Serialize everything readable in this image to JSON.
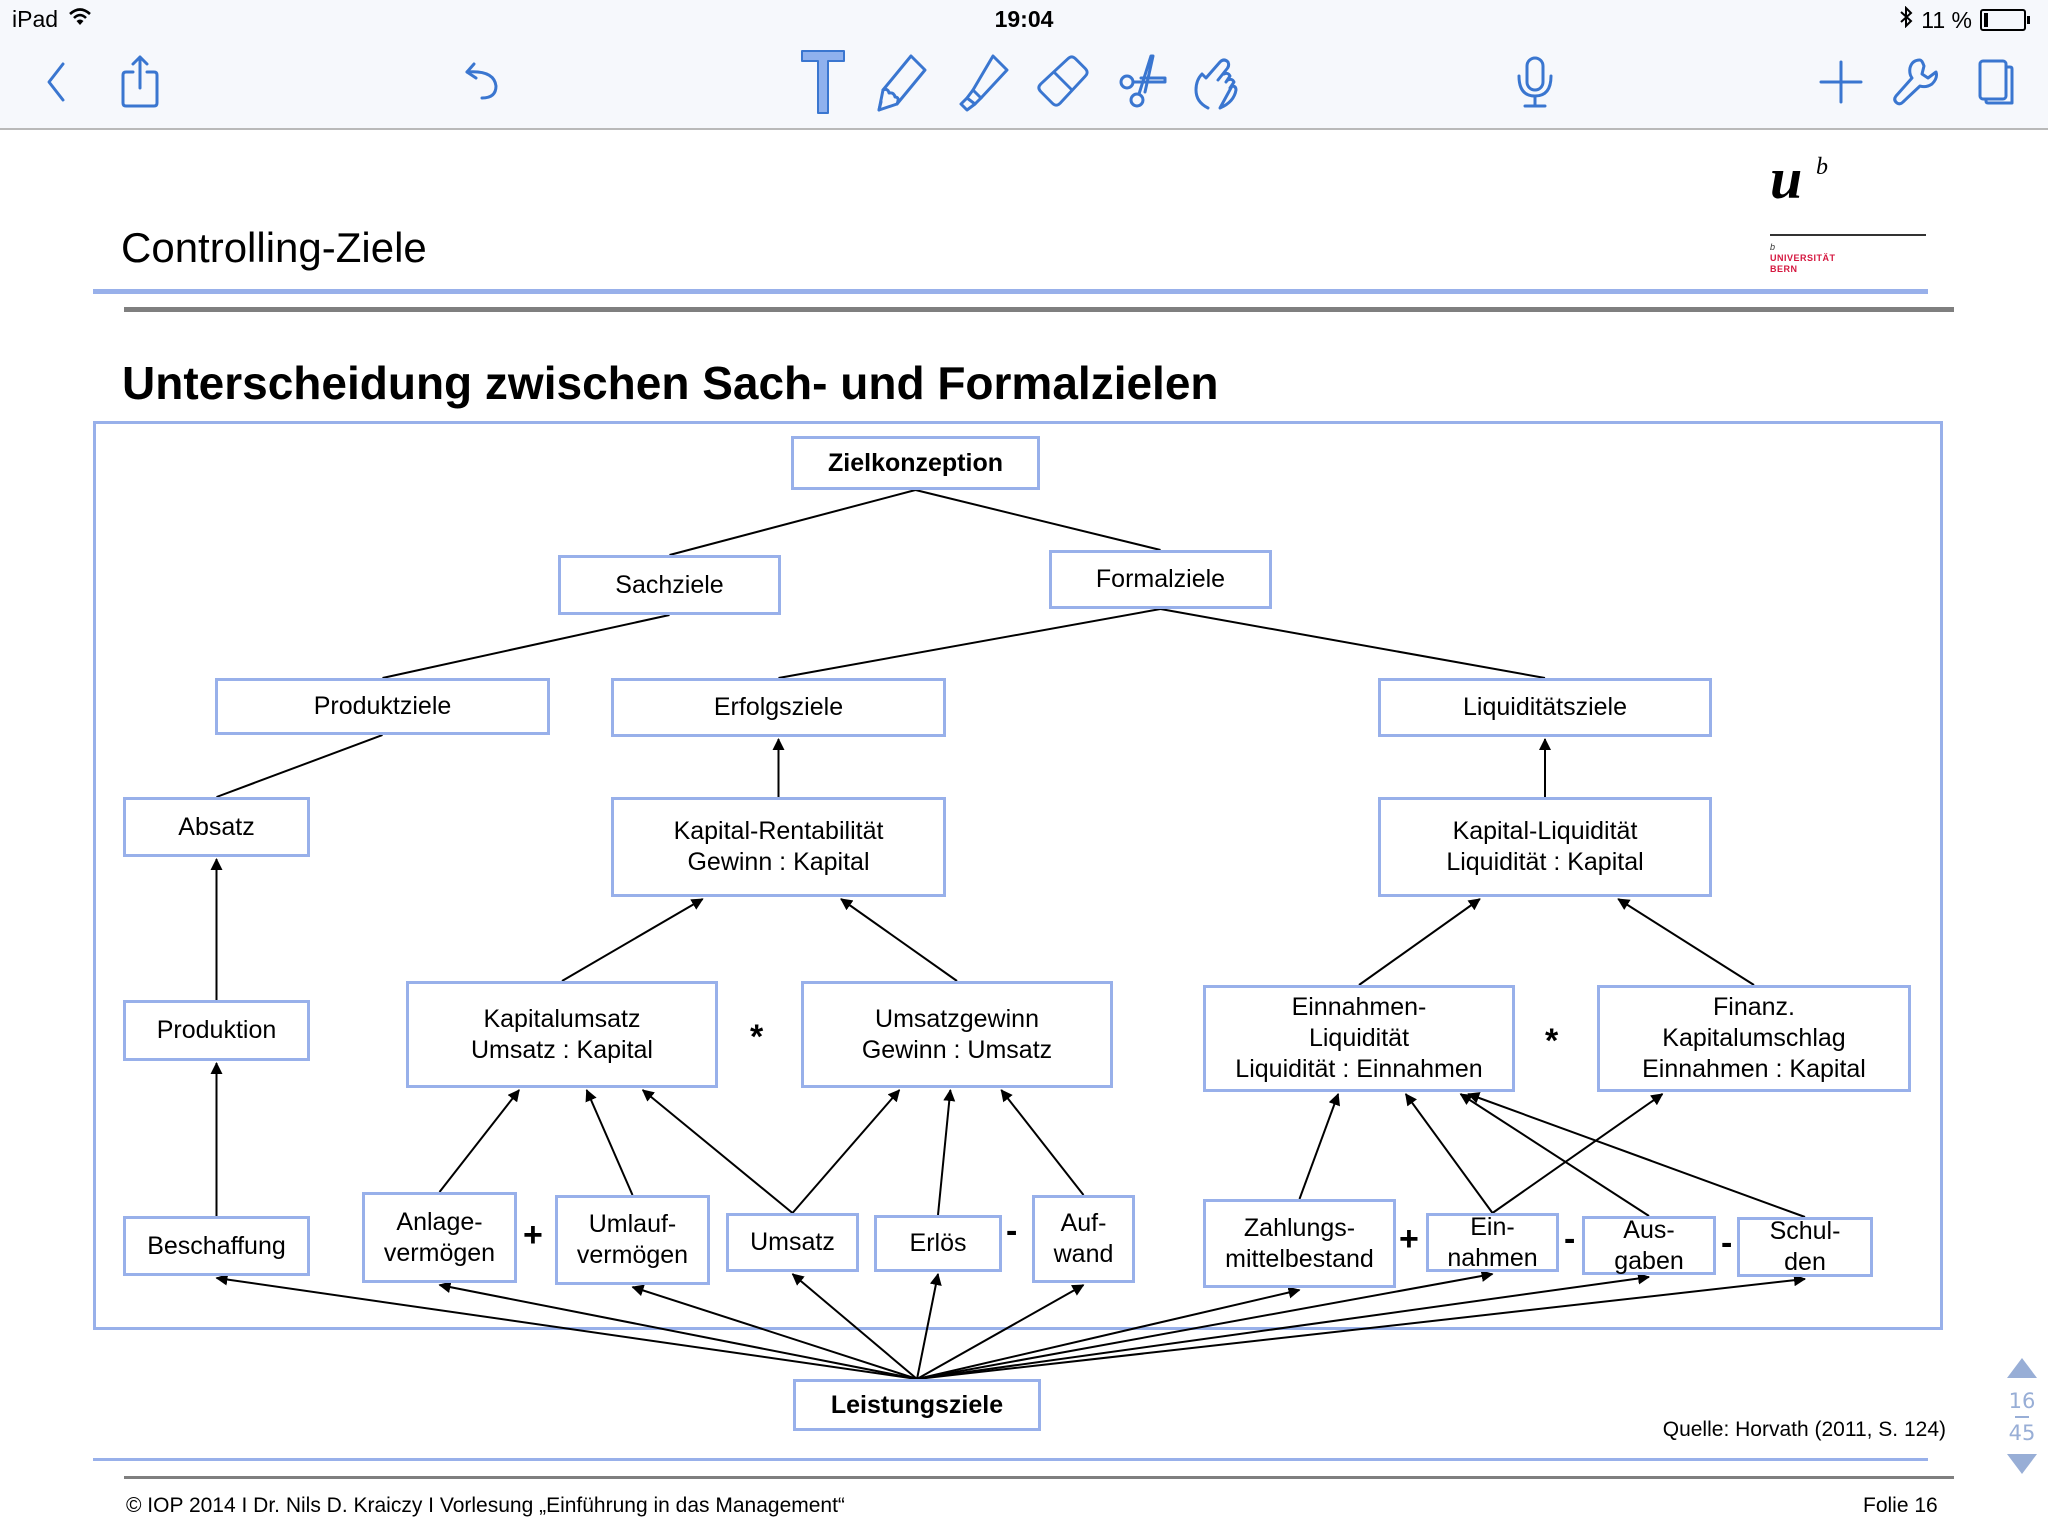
{
  "status_bar": {
    "device": "iPad",
    "time": "19:04",
    "battery_text": "11 %",
    "battery_level": 0.11,
    "icons": [
      "wifi-icon",
      "bluetooth-icon",
      "battery-icon"
    ]
  },
  "toolbar": {
    "left": [
      "back-icon",
      "share-icon",
      "undo-icon"
    ],
    "center": [
      "text-tool-icon",
      "pencil-icon",
      "highlighter-icon",
      "eraser-icon",
      "scissors-icon",
      "hand-icon"
    ],
    "right_mic": "microphone-icon",
    "right": [
      "add-icon",
      "wrench-icon",
      "pages-icon"
    ],
    "active_tool": "text-tool-icon",
    "accent_color": "#3a76d0"
  },
  "slide": {
    "header": "Controlling-Ziele",
    "logo": {
      "mark": "u",
      "superscript": "b",
      "small_b": "b",
      "line1": "UNIVERSITÄT",
      "line2": "BERN"
    },
    "title": "Unterscheidung zwischen Sach- und Formalzielen",
    "source": "Quelle: Horvath (2011, S. 124)",
    "footer_left": "© IOP 2014 I Dr. Nils D. Kraiczy I Vorlesung „Einführung in das Management“",
    "footer_right": "Folie 16"
  },
  "diagram": {
    "nodes": {
      "zielkonzeption": "Zielkonzeption",
      "sachziele": "Sachziele",
      "formalziele": "Formalziele",
      "produktziele": "Produktziele",
      "erfolgsziele": "Erfolgsziele",
      "liquiditaetsziele": "Liquiditätsziele",
      "absatz": "Absatz",
      "kapital_rentabilitaet": "Kapital-Rentabilität\nGewinn : Kapital",
      "kapital_liquiditaet": "Kapital-Liquidität\nLiquidität : Kapital",
      "produktion": "Produktion",
      "kapitalumsatz": "Kapitalumsatz\nUmsatz : Kapital",
      "umsatzgewinn": "Umsatzgewinn\nGewinn : Umsatz",
      "einnahmen_liquiditaet": "Einnahmen-\nLiquidität\nLiquidität :  Einnahmen",
      "finanz_kapitalumschlag": "Finanz.\nKapitalumschlag\nEinnahmen :  Kapital",
      "beschaffung": "Beschaffung",
      "anlagevermoegen": "Anlage-\nvermögen",
      "umlaufvermoegen": "Umlauf-\nvermögen",
      "umsatz": "Umsatz",
      "erloes": "Erlös",
      "aufwand": "Auf-\nwand",
      "zahlungsmittelbestand": "Zahlungs-\nmittelbestand",
      "einnahmen": "Ein-\nnahmen",
      "ausgaben": "Aus-\ngaben",
      "schulden": "Schul-\nden",
      "leistungsziele": "Leistungsziele"
    },
    "operators": {
      "mul1": "*",
      "mul2": "*",
      "plus1": "+",
      "minus1": "-",
      "plus2": "+",
      "minus2": "-",
      "minus3": "-"
    },
    "lines": [
      [
        "zielkonzeption",
        "sachziele"
      ],
      [
        "zielkonzeption",
        "formalziele"
      ],
      [
        "sachziele",
        "produktziele"
      ],
      [
        "formalziele",
        "erfolgsziele"
      ],
      [
        "formalziele",
        "liquiditaetsziele"
      ],
      [
        "produktziele",
        "absatz"
      ]
    ],
    "arrows": [
      [
        "kapital_rentabilitaet",
        "erfolgsziele"
      ],
      [
        "kapital_liquiditaet",
        "liquiditaetsziele"
      ],
      [
        "produktion",
        "absatz"
      ],
      [
        "beschaffung",
        "produktion"
      ],
      [
        "kapitalumsatz",
        "kapital_rentabilitaet"
      ],
      [
        "umsatzgewinn",
        "kapital_rentabilitaet"
      ],
      [
        "einnahmen_liquiditaet",
        "kapital_liquiditaet"
      ],
      [
        "finanz_kapitalumschlag",
        "kapital_liquiditaet"
      ],
      [
        "anlagevermoegen",
        "kapitalumsatz"
      ],
      [
        "umlaufvermoegen",
        "kapitalumsatz"
      ],
      [
        "umsatz",
        "kapitalumsatz"
      ],
      [
        "umsatz",
        "umsatzgewinn"
      ],
      [
        "erloes",
        "umsatzgewinn"
      ],
      [
        "aufwand",
        "umsatzgewinn"
      ],
      [
        "zahlungsmittelbestand",
        "einnahmen_liquiditaet"
      ],
      [
        "einnahmen",
        "einnahmen_liquiditaet"
      ],
      [
        "ausgaben",
        "einnahmen_liquiditaet"
      ],
      [
        "schulden",
        "einnahmen_liquiditaet"
      ],
      [
        "einnahmen",
        "finanz_kapitalumschlag"
      ],
      [
        "leistungsziele",
        "beschaffung"
      ],
      [
        "leistungsziele",
        "anlagevermoegen"
      ],
      [
        "leistungsziele",
        "umlaufvermoegen"
      ],
      [
        "leistungsziele",
        "umsatz"
      ],
      [
        "leistungsziele",
        "erloes"
      ],
      [
        "leistungsziele",
        "aufwand"
      ],
      [
        "leistungsziele",
        "zahlungsmittelbestand"
      ],
      [
        "leistungsziele",
        "einnahmen"
      ],
      [
        "leistungsziele",
        "ausgaben"
      ],
      [
        "leistungsziele",
        "schulden"
      ]
    ]
  },
  "pager": {
    "current": "16",
    "total": "45"
  }
}
